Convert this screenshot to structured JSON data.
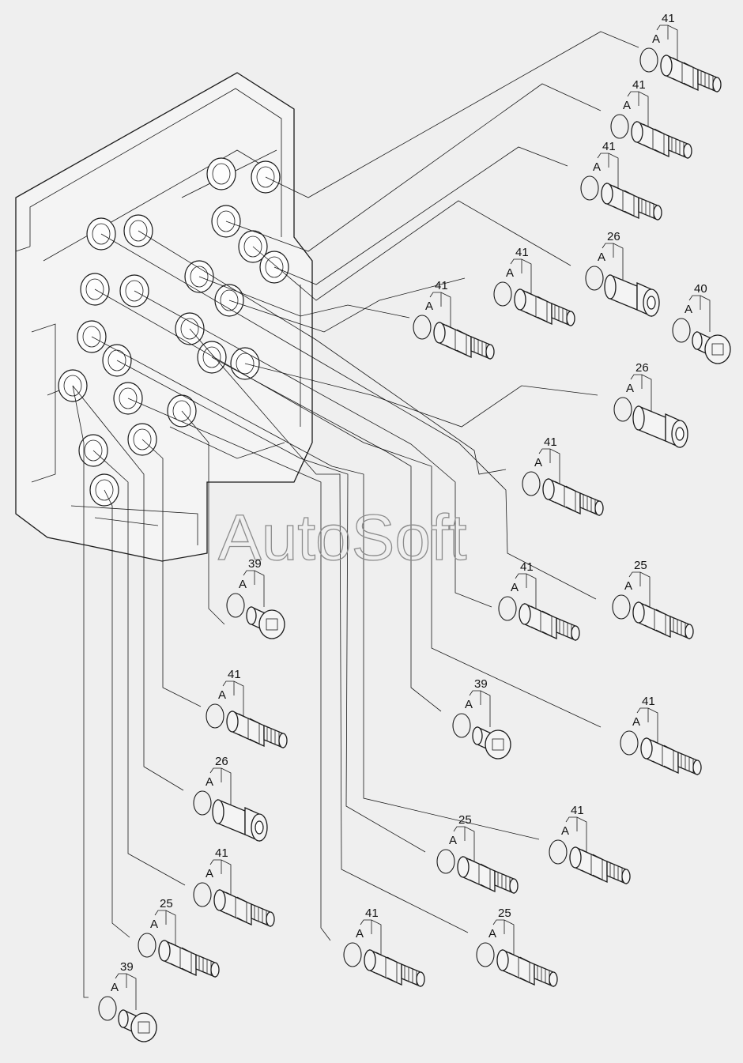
{
  "watermark": "AutoSoft",
  "ring_label": "A",
  "callouts": [
    {
      "part": "41",
      "type": "adapter"
    },
    {
      "part": "41",
      "type": "adapter"
    },
    {
      "part": "41",
      "type": "adapter"
    },
    {
      "part": "26",
      "type": "nut_fitting"
    },
    {
      "part": "40",
      "type": "plug"
    },
    {
      "part": "41",
      "type": "adapter"
    },
    {
      "part": "41",
      "type": "adapter"
    },
    {
      "part": "26",
      "type": "nut_fitting"
    },
    {
      "part": "41",
      "type": "adapter"
    },
    {
      "part": "25",
      "type": "adapter"
    },
    {
      "part": "41",
      "type": "adapter"
    },
    {
      "part": "41",
      "type": "adapter"
    },
    {
      "part": "39",
      "type": "plug"
    },
    {
      "part": "41",
      "type": "adapter"
    },
    {
      "part": "25",
      "type": "adapter"
    },
    {
      "part": "39",
      "type": "plug"
    },
    {
      "part": "41",
      "type": "adapter"
    },
    {
      "part": "26",
      "type": "nut_fitting"
    },
    {
      "part": "41",
      "type": "adapter"
    },
    {
      "part": "25",
      "type": "adapter"
    },
    {
      "part": "25",
      "type": "adapter"
    },
    {
      "part": "41",
      "type": "adapter"
    },
    {
      "part": "39",
      "type": "plug"
    }
  ]
}
